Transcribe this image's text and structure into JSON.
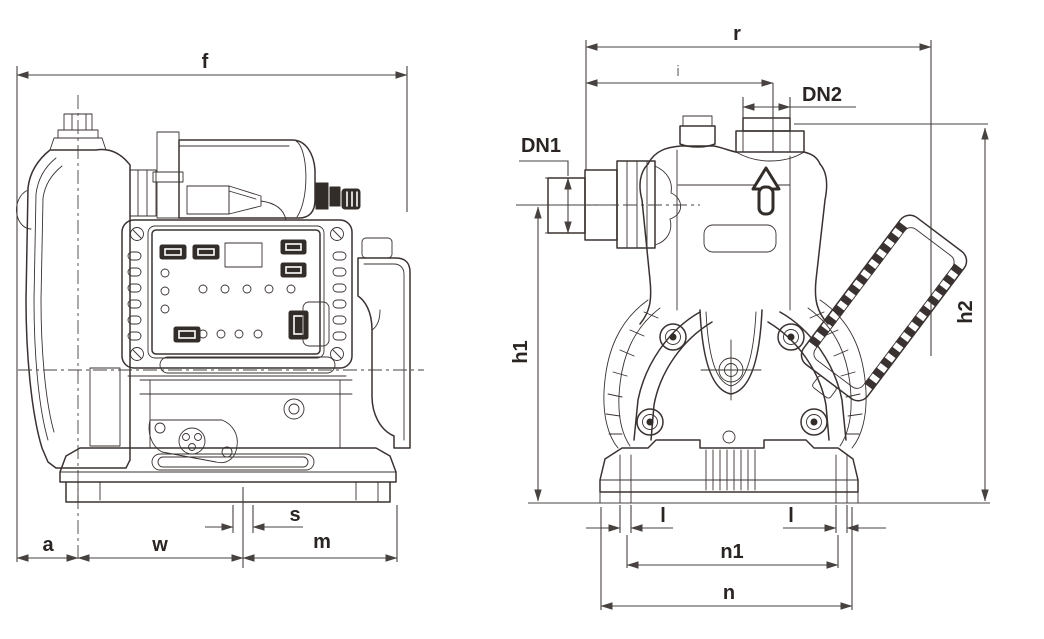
{
  "drawing": {
    "colors": {
      "background": "#ffffff",
      "line": "#3a3231",
      "dimension_line": "#474240",
      "label_text": "#2a2523",
      "muted_label_text": "#7d7a76"
    },
    "side_view": {
      "labels": {
        "f": "f",
        "a": "a",
        "w": "w",
        "s": "s",
        "m": "m"
      }
    },
    "front_view": {
      "labels": {
        "r": "r",
        "i": "i",
        "dn2": "DN2",
        "dn1": "DN1",
        "h1": "h1",
        "h2": "h2",
        "l_left": "l",
        "l_right": "l",
        "n1": "n1",
        "n": "n"
      }
    }
  }
}
